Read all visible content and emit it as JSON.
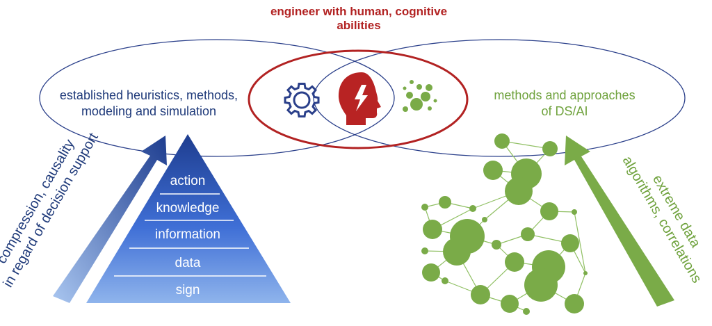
{
  "title": {
    "line1": "engineer with human, cognitive",
    "line2": "abilities"
  },
  "left_oval": {
    "line1": "established heuristics, methods,",
    "line2": "modeling and simulation"
  },
  "right_oval": {
    "line1": "methods and approaches",
    "line2": "of DS/AI"
  },
  "pyramid": {
    "levels": [
      "action",
      "knowledge",
      "information",
      "data",
      "sign"
    ]
  },
  "left_arrow": {
    "line1": "compression, causality",
    "line2": "in regard of decision support"
  },
  "right_arrow": {
    "line1": "extreme data",
    "line2": "algorithms, correlations"
  },
  "icons": {
    "left": "gear-icon",
    "center": "head-lightning-icon",
    "right": "data-bubbles-icon"
  },
  "colors": {
    "dark_blue": "#1f3a7a",
    "red": "#b22222",
    "green": "#7aab48"
  }
}
